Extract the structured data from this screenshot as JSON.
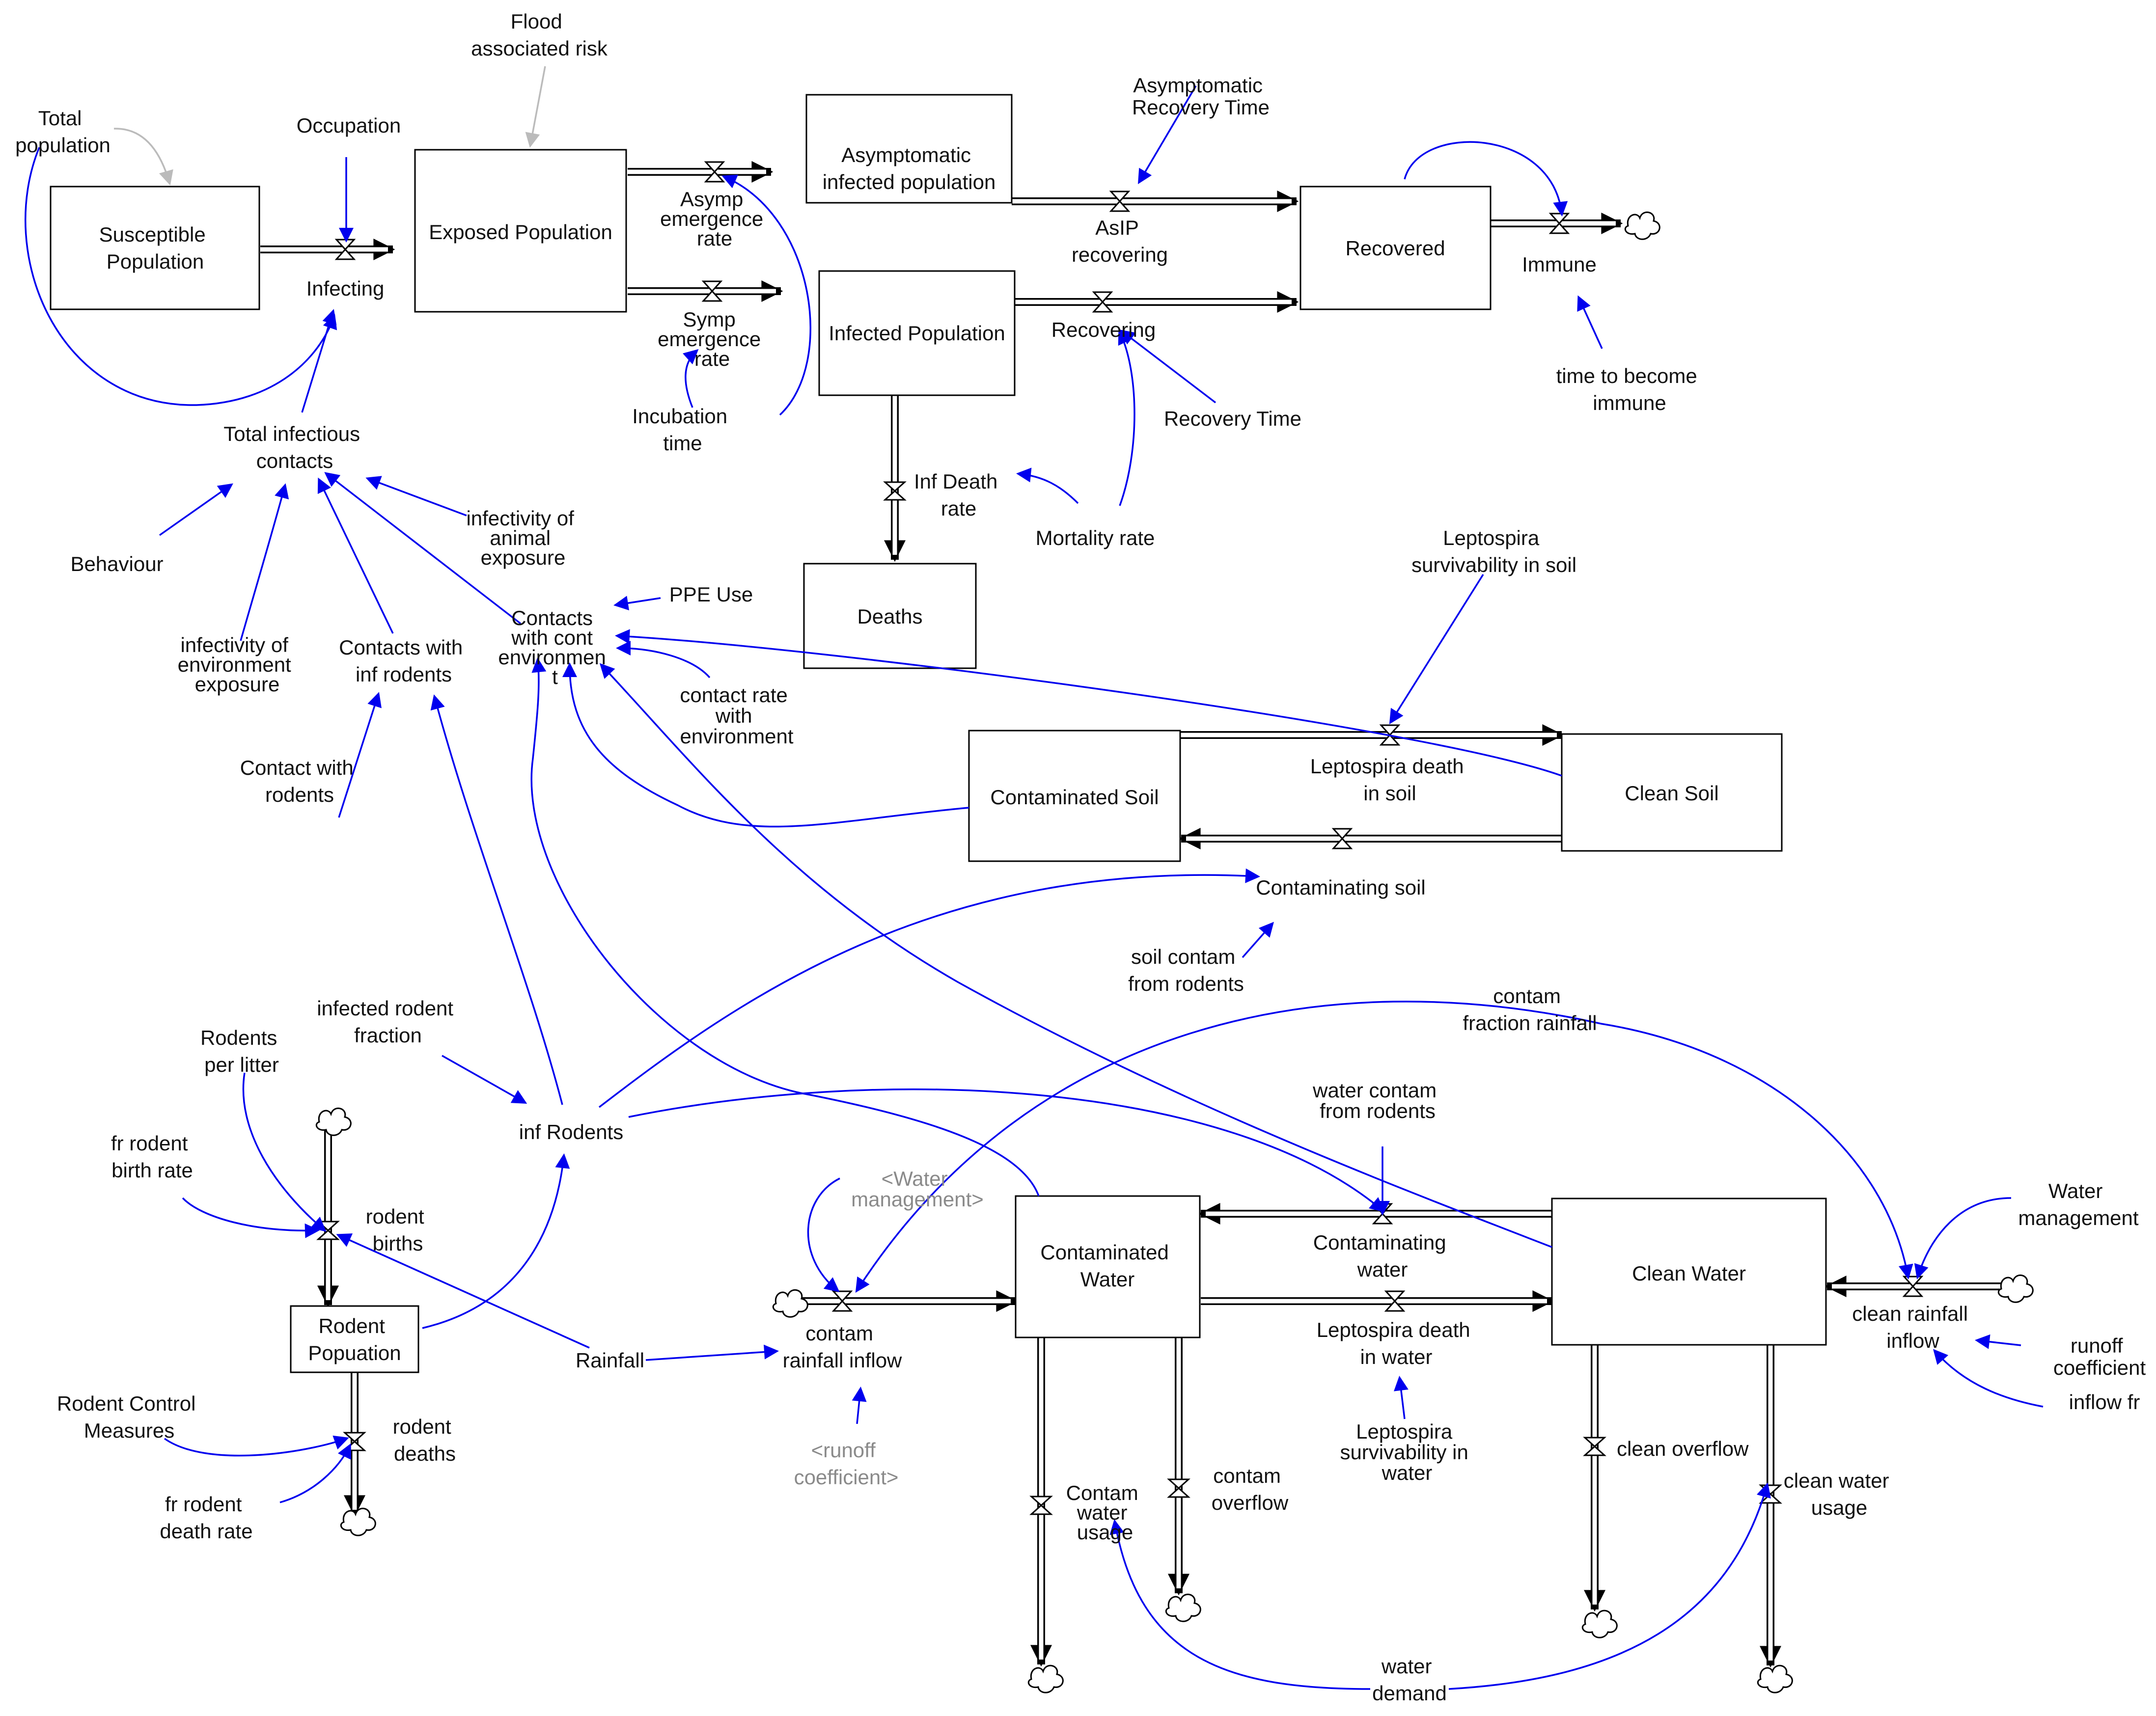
{
  "stocks": {
    "susceptible": [
      "Susceptible",
      "Population"
    ],
    "exposed": [
      "Exposed Population"
    ],
    "asymptomatic": [
      "Asymptomatic",
      "infected population"
    ],
    "infected": [
      "Infected Population"
    ],
    "recovered": [
      "Recovered"
    ],
    "deaths": [
      "Deaths"
    ],
    "contaminated_soil": [
      "Contaminated Soil"
    ],
    "clean_soil": [
      "Clean Soil"
    ],
    "rodent_population": [
      "Rodent",
      "Popuation"
    ],
    "contaminated_water": [
      "Contaminated",
      "Water"
    ],
    "clean_water": [
      "Clean Water"
    ]
  },
  "flows": {
    "infecting": [
      "Infecting"
    ],
    "asymp_emergence": [
      "Asymp",
      "emergence",
      "rate"
    ],
    "symp_emergence": [
      "Symp",
      "emergence",
      "rate"
    ],
    "asip_recovering": [
      "AsIP",
      "recovering"
    ],
    "recovering": [
      "Recovering"
    ],
    "immune": [
      "Immune"
    ],
    "inf_death_rate": [
      "Inf Death",
      "rate"
    ],
    "leptospira_death_soil": [
      "Leptospira death",
      "in soil"
    ],
    "contaminating_soil": [
      "Contaminating soil"
    ],
    "rodent_births": [
      "rodent",
      "births"
    ],
    "rodent_deaths": [
      "rodent",
      "deaths"
    ],
    "contam_rainfall_inflow": [
      "contam",
      "rainfall inflow"
    ],
    "contaminating_water": [
      "Contaminating",
      "water"
    ],
    "leptospira_death_water": [
      "Leptospira death",
      "in water"
    ],
    "clean_rainfall_inflow": [
      "clean rainfall",
      "inflow"
    ],
    "contam_water_usage": [
      "Contam",
      "water",
      "usage"
    ],
    "contam_overflow": [
      "contam",
      "overflow"
    ],
    "clean_overflow": [
      "clean overflow"
    ],
    "clean_water_usage": [
      "clean water",
      "usage"
    ]
  },
  "variables": {
    "total_population": [
      "Total",
      "population"
    ],
    "occupation": [
      "Occupation"
    ],
    "flood_risk": [
      "Flood",
      "associated risk"
    ],
    "asymptomatic_recovery_time": [
      "Asymptomatic",
      "Recovery Time"
    ],
    "incubation_time": [
      "Incubation",
      "time"
    ],
    "recovery_time": [
      "Recovery Time"
    ],
    "time_to_immune": [
      "time to become",
      "immune"
    ],
    "total_infectious_contacts": [
      "Total infectious",
      "contacts"
    ],
    "mortality_rate": [
      "Mortality rate"
    ],
    "behaviour": [
      "Behaviour"
    ],
    "infectivity_animal": [
      "infectivity of",
      "animal",
      "exposure"
    ],
    "ppe_use": [
      "PPE Use"
    ],
    "contacts_cont_env": [
      "Contacts",
      "with cont",
      "environmen",
      "t"
    ],
    "infectivity_environment": [
      "infectivity of",
      "environment",
      "exposure"
    ],
    "contacts_inf_rodents": [
      "Contacts with",
      "inf rodents"
    ],
    "contact_rate_env": [
      "contact rate",
      "with",
      "environment"
    ],
    "leptospira_surv_soil": [
      "Leptospira",
      "survivability in soil"
    ],
    "contact_with_rodents": [
      "Contact with",
      "rodents"
    ],
    "soil_contam_rodents": [
      "soil contam",
      "from rodents"
    ],
    "contam_fraction_rainfall": [
      "contam",
      "fraction rainfall"
    ],
    "infected_rodent_fraction": [
      "infected rodent",
      "fraction"
    ],
    "rodents_per_litter": [
      "Rodents",
      "per litter"
    ],
    "water_contam_rodents": [
      "water contam",
      "from rodents"
    ],
    "fr_rodent_birth_rate": [
      "fr rodent",
      "birth rate"
    ],
    "inf_rodents": [
      "inf Rodents"
    ],
    "water_management_shadow": [
      "<Water",
      "management>"
    ],
    "water_management": [
      "Water",
      "management"
    ],
    "rainfall": [
      "Rainfall"
    ],
    "runoff_coefficient": [
      "runoff",
      "coefficient"
    ],
    "inflow_fr": [
      "inflow fr"
    ],
    "rodent_control": [
      "Rodent Control",
      "Measures"
    ],
    "fr_rodent_death_rate": [
      "fr rodent",
      "death rate"
    ],
    "runoff_coefficient_shadow": [
      "<runoff",
      "coefficient>"
    ],
    "leptospira_surv_water": [
      "Leptospira",
      "survivability in",
      "water"
    ],
    "water_demand": [
      "water",
      "demand"
    ]
  },
  "colors": {
    "link": "#0000ee",
    "shadow_link": "#bbbbbb",
    "shadow_text": "#8a8a8a",
    "stock_border": "#000000"
  }
}
